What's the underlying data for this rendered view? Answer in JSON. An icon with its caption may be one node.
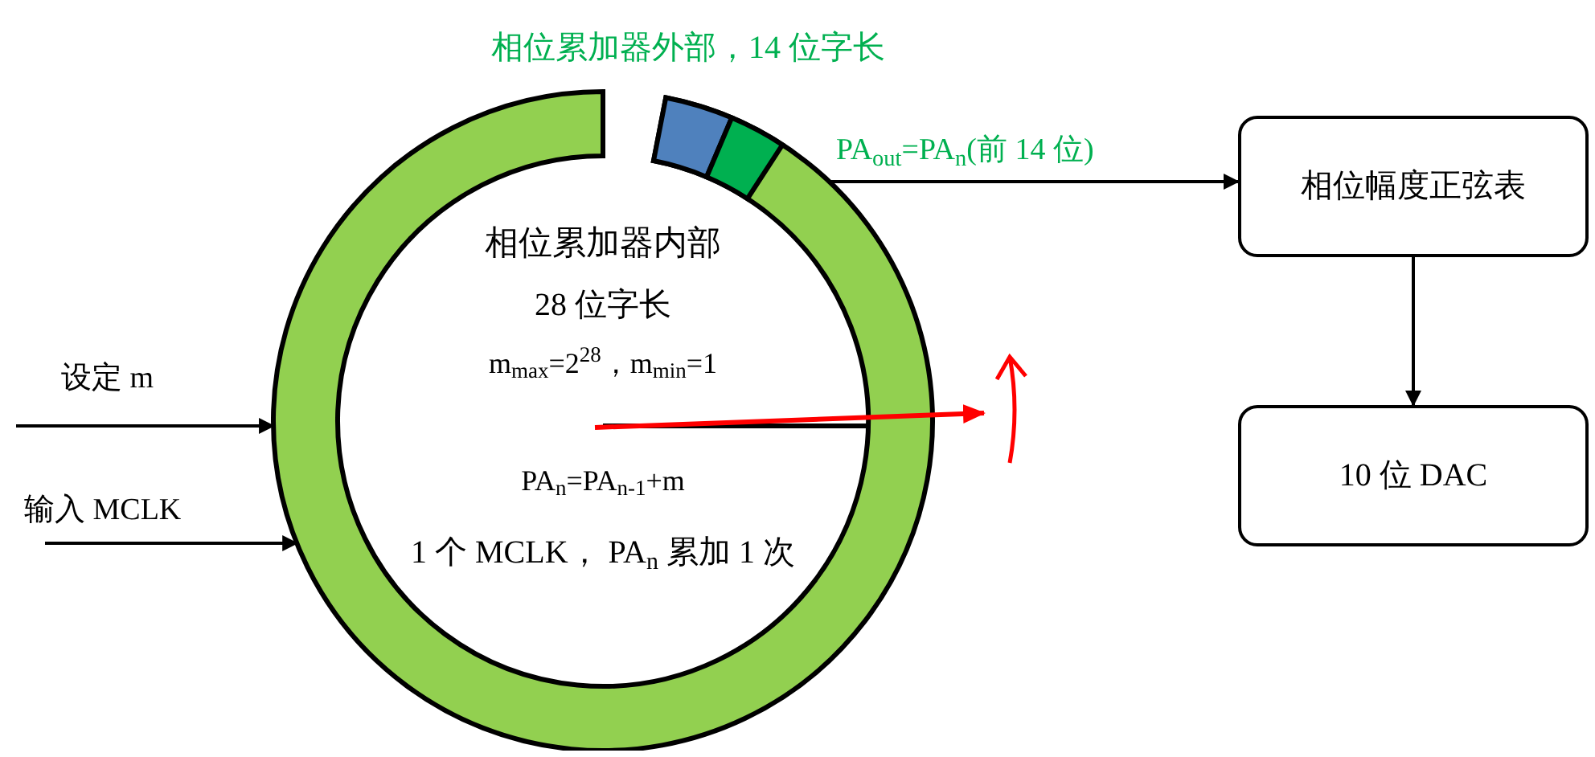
{
  "diagram": {
    "nodes": [
      {
        "text": [
          "相位累加器外部，14 位字长",
          "相位累加器内部",
          "28 位字长",
          "m$_{max}$=2$^{28}$，m$_{min}$=1",
          "PA$_{n}$=PA$_{n-1}$+m",
          "1 个 MCLK， PA$_{n}$ 累加 1 次"
        ]
      },
      {
        "text": [
          "相位幅度正弦表"
        ]
      },
      {
        "text": [
          "10 位 DAC"
        ]
      }
    ],
    "edges": [
      {
        "from": null,
        "to": 0,
        "arrow": "to",
        "label": "设定 m"
      },
      {
        "from": null,
        "to": 0,
        "arrow": "to",
        "label": "输入 MCLK"
      },
      {
        "from": 0,
        "to": 1,
        "arrow": "to",
        "label": "PA$_{out}$=PA$_{n}$(前 14 位)"
      },
      {
        "from": 1,
        "to": 2,
        "arrow": "to"
      }
    ]
  }
}
